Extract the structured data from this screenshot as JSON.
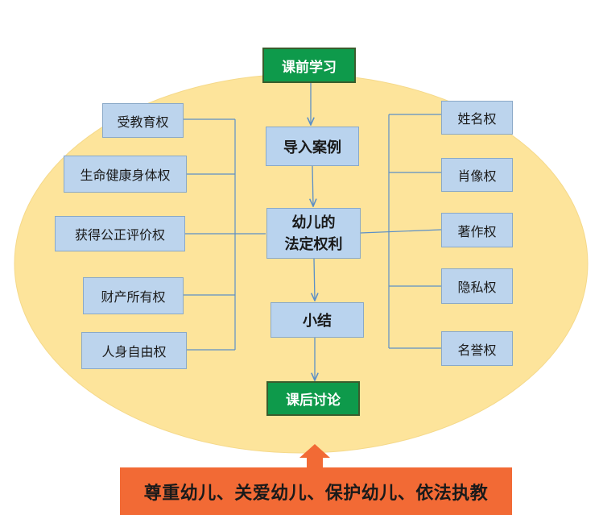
{
  "flow": {
    "pre_study": "课前学习",
    "case_intro": "导入案例",
    "rights_line1": "幼儿的",
    "rights_line2": "法定权利",
    "summary": "小结",
    "post_discussion": "课后讨论"
  },
  "left_rights": [
    "受教育权",
    "生命健康身体权",
    "获得公正评价权",
    "财产所有权",
    "人身自由权"
  ],
  "right_rights": [
    "姓名权",
    "肖像权",
    "著作权",
    "隐私权",
    "名誉权"
  ],
  "banner": "尊重幼儿、关爱幼儿、保护幼儿、依法执教",
  "colors": {
    "ellipse_fill": "#fde49b",
    "green_box": "#0e9a4b",
    "blue_box": "#b9d3ee",
    "banner": "#f26a35",
    "arrow": "#f26a35",
    "connector": "#5b8fc7"
  }
}
